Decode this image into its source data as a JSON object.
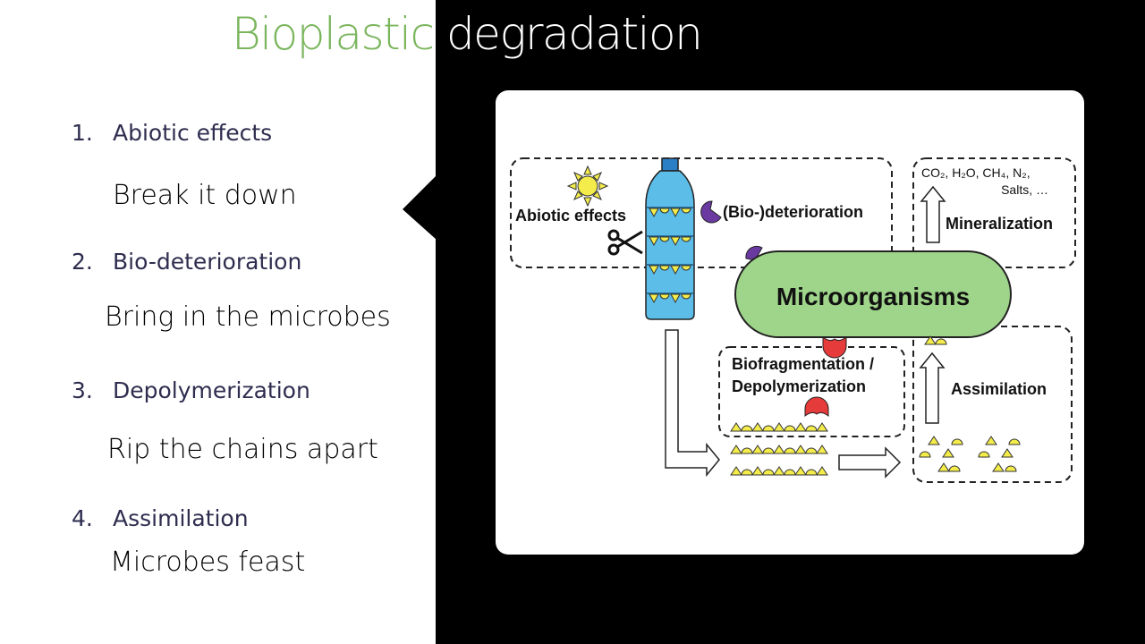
{
  "title": {
    "part1": "Bioplastic",
    "part2": "degradation"
  },
  "steps": [
    {
      "num": "1.",
      "heading": "Abiotic effects",
      "desc": "Break it down"
    },
    {
      "num": "2.",
      "heading": "Bio-deterioration",
      "desc": "Bring in the microbes"
    },
    {
      "num": "3.",
      "heading": "Depolymerization",
      "desc": "Rip the chains apart"
    },
    {
      "num": "4.",
      "heading": "Assimilation",
      "desc": "Microbes feast"
    }
  ],
  "diagram": {
    "abiotic_label": "Abiotic effects",
    "biodeterioration_label": "(Bio-)deterioration",
    "microorganisms_label": "Microorganisms",
    "mineralization_label": "Mineralization",
    "products_line1": "CO₂, H₂O, CH₄, N₂,",
    "products_line2": "Salts, …",
    "biofragmentation_line1": "Biofragmentation /",
    "biofragmentation_line2": "Depolymerization",
    "assimilation_label": "Assimilation"
  },
  "colors": {
    "title_green": "#7ab55c",
    "heading_navy": "#2e2d4f",
    "microorganisms_fill": "#9fd58a",
    "bottle_blue": "#5bbde8",
    "monomer_yellow": "#f3ec4a",
    "enzyme_purple": "#6a3aa0",
    "enzyme_red": "#e53b3b"
  }
}
